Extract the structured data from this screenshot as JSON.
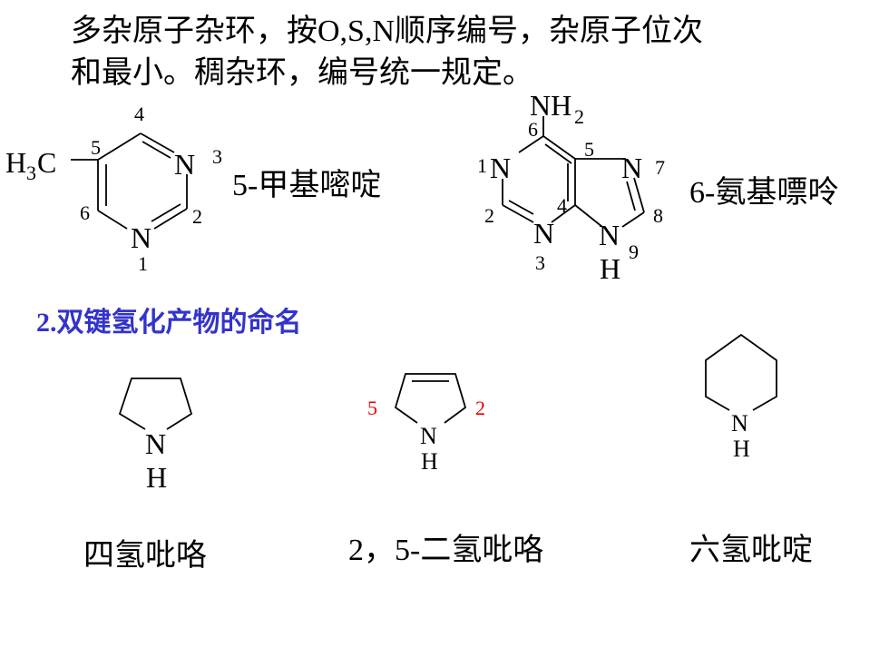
{
  "intro": {
    "line1": "多杂原子杂环，按O,S,N顺序编号，杂原子位次",
    "line2": "和最小。稠杂环，编号统一规定。"
  },
  "pyrimidine": {
    "methyl_h": "H",
    "methyl_sub": "3",
    "methyl_c": "C",
    "atom_n": "N",
    "num_1": "1",
    "num_2": "2",
    "num_3": "3",
    "num_4": "4",
    "num_5": "5",
    "num_6": "6",
    "name": "5-甲基嘧啶"
  },
  "purine": {
    "amino_nh": "NH",
    "amino_sub": "2",
    "atom_n": "N",
    "atom_h": "H",
    "num_1": "1",
    "num_2": "2",
    "num_3": "3",
    "num_4": "4",
    "num_5": "5",
    "num_6": "6",
    "num_7": "7",
    "num_8": "8",
    "num_9": "9",
    "name": "6-氨基嘌呤"
  },
  "section": {
    "heading": "2.双键氢化产物的命名"
  },
  "pyrrolidine": {
    "atom_n": "N",
    "atom_h": "H",
    "name": "四氢吡咯"
  },
  "dihydropyrrole": {
    "atom_n": "N",
    "atom_h": "H",
    "num_5": "5",
    "num_2": "2",
    "name": "2，5-二氢吡咯",
    "number_color": "#e00000"
  },
  "piperidine": {
    "atom_n": "N",
    "atom_h": "H",
    "name": "六氢吡啶"
  },
  "colors": {
    "heading": "#3333cc",
    "ring_numbers": "#e00000"
  }
}
